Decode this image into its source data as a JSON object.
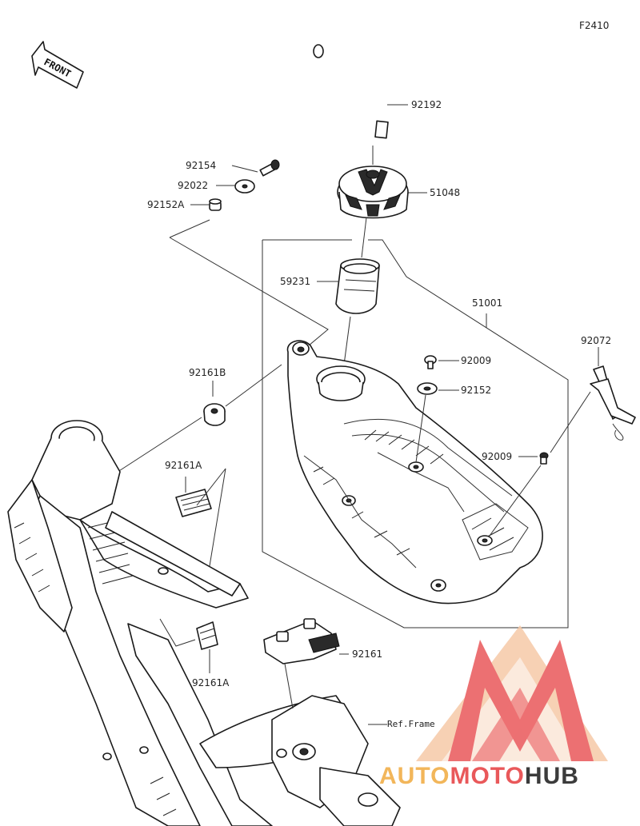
{
  "figure_code": "F2410",
  "front_label": "FRONT",
  "ref_label": "Ref.Frame",
  "parts": {
    "p92192": "92192",
    "p51048": "51048",
    "p92154": "92154",
    "p92022": "92022",
    "p92152A": "92152A",
    "p59231": "59231",
    "p51001": "51001",
    "p92072": "92072",
    "p92009a": "92009",
    "p92152": "92152",
    "p92161B": "92161B",
    "p92009b": "92009",
    "p92161A_top": "92161A",
    "p92161A_bottom": "92161A",
    "p92161": "92161"
  },
  "watermark": {
    "auto": "AUTO",
    "moto": "MOTO",
    "hub": "HUB",
    "color_light": "#f6c9a8",
    "color_red": "#e9585a",
    "color_gold": "#f2b65a",
    "color_dark": "#3b3b3b"
  }
}
